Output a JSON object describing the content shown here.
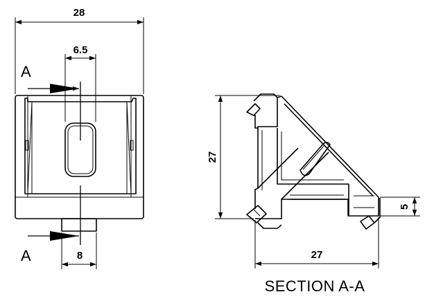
{
  "front_view": {
    "dim_overall_width": "28",
    "dim_slot_width": "6.5",
    "dim_foot_width": "8",
    "section_mark_top": "A",
    "section_mark_bottom": "A"
  },
  "section_view": {
    "dim_height": "27",
    "dim_width": "27",
    "dim_thickness": "5",
    "caption": "SECTION A-A"
  },
  "colors": {
    "line": "#000000",
    "background": "#ffffff"
  }
}
